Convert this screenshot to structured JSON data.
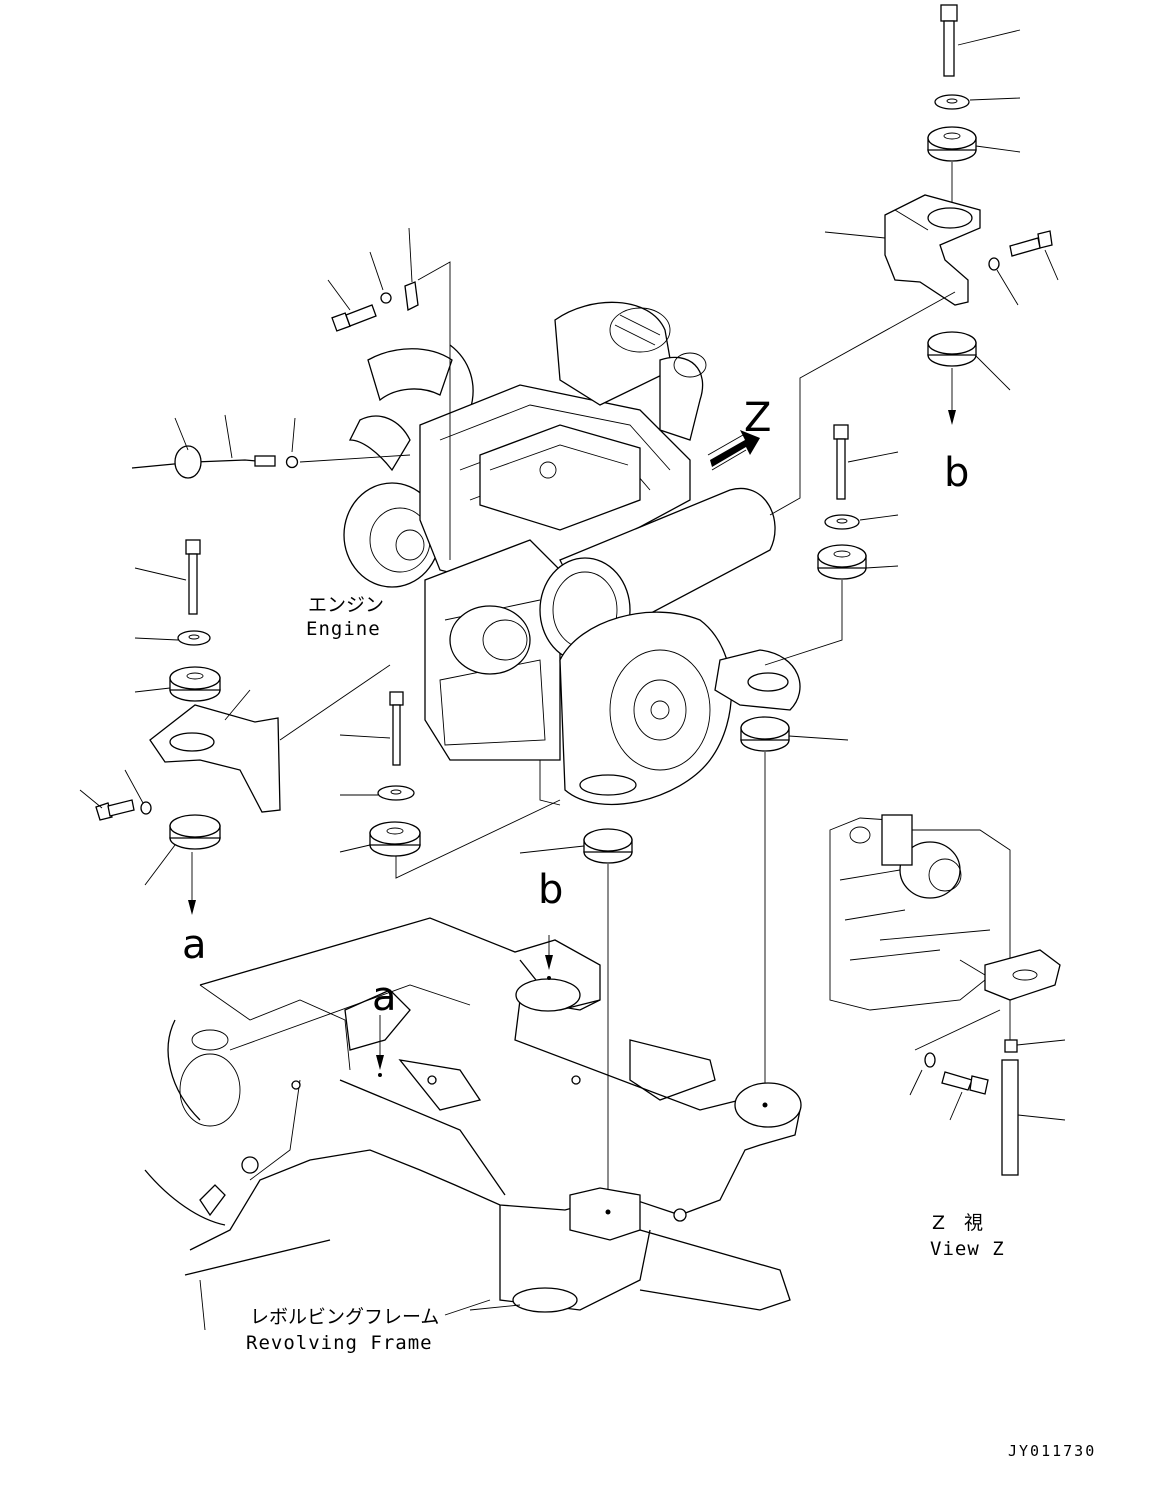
{
  "labels": {
    "engine_jp": "エンジン",
    "engine_en": "Engine",
    "frame_jp": "レボルビングフレーム",
    "frame_en": "Revolving Frame",
    "view_z_jp": "Z　視",
    "view_z_en": "View Z",
    "view_marker": "Z",
    "ref_a": "a",
    "ref_b": "b",
    "drawing_code": "JY011730"
  }
}
